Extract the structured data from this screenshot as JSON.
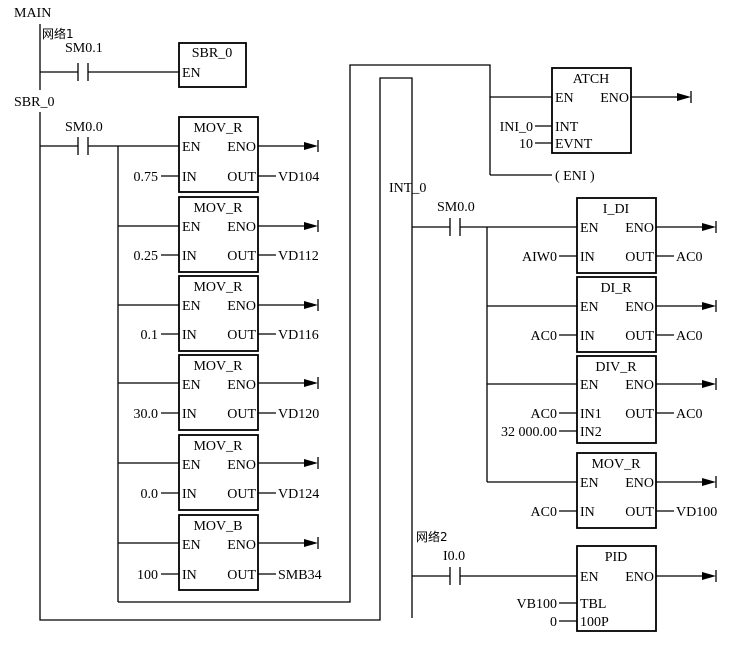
{
  "labels": {
    "main": "MAIN",
    "network1": "网络1",
    "sbr0_section": "SBR_0",
    "int0_section": "INT_0",
    "network2": "网络2",
    "eni": "( ENI )"
  },
  "pins": {
    "en": "EN",
    "eno": "ENO",
    "in": "IN",
    "out": "OUT",
    "in1": "IN1",
    "in2": "IN2",
    "int": "INT",
    "evnt": "EVNT",
    "tbl": "TBL",
    "loop": "100P"
  },
  "main": {
    "contact": "SM0.1",
    "call_box": "SBR_0"
  },
  "sbr0": {
    "contact": "SM0.0",
    "blocks": [
      {
        "title": "MOV_R",
        "in": "0.75",
        "out": "VD104"
      },
      {
        "title": "MOV_R",
        "in": "0.25",
        "out": "VD112"
      },
      {
        "title": "MOV_R",
        "in": "0.1",
        "out": "VD116"
      },
      {
        "title": "MOV_R",
        "in": "30.0",
        "out": "VD120"
      },
      {
        "title": "MOV_R",
        "in": "0.0",
        "out": "VD124"
      },
      {
        "title": "MOV_B",
        "in": "100",
        "out": "SMB34"
      }
    ],
    "atch": {
      "title": "ATCH",
      "int": "INI_0",
      "evnt": "10"
    }
  },
  "int0": {
    "contact": "SM0.0",
    "blocks": [
      {
        "title": "I_DI",
        "in": "AIW0",
        "out": "AC0"
      },
      {
        "title": "DI_R",
        "in": "AC0",
        "out": "AC0"
      },
      {
        "title": "DIV_R",
        "in1": "AC0",
        "in2": "32 000.00",
        "out": "AC0"
      },
      {
        "title": "MOV_R",
        "in": "AC0",
        "out": "VD100"
      }
    ],
    "network2": {
      "contact": "I0.0",
      "pid": {
        "title": "PID",
        "tbl": "VB100",
        "loop": "0"
      }
    }
  }
}
